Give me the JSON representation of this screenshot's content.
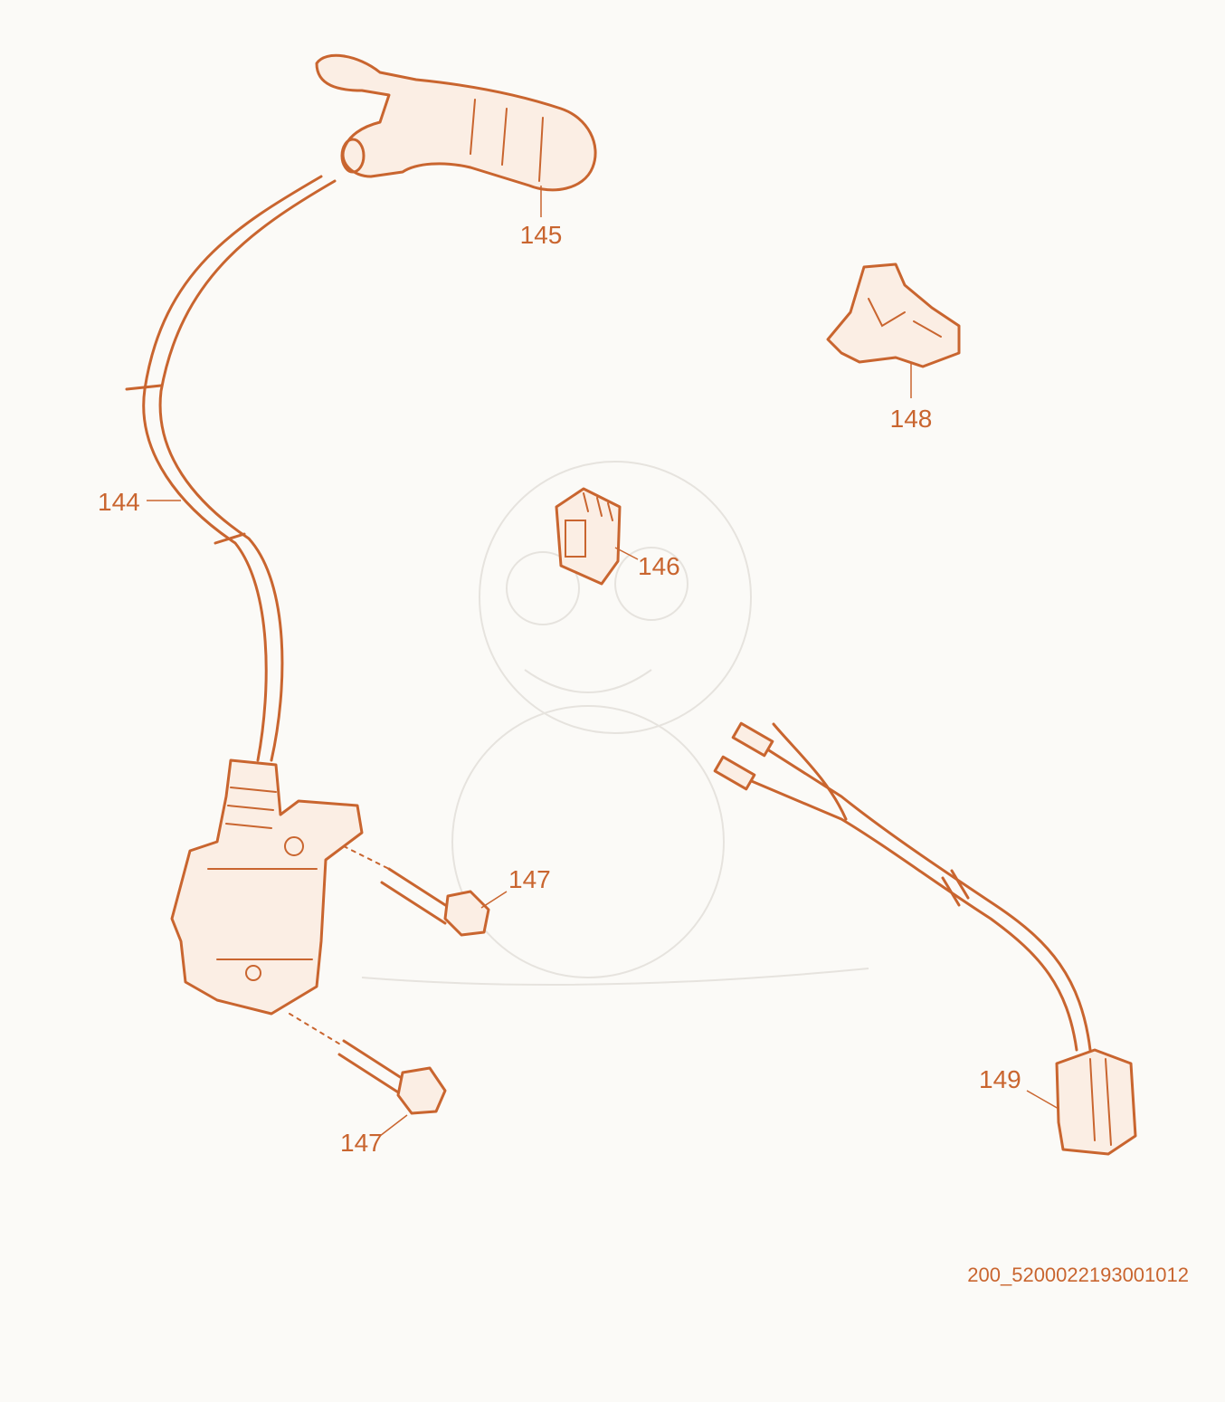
{
  "accent_color": "#c9652f",
  "labels": {
    "p144": "144",
    "p145": "145",
    "p146": "146",
    "p147a": "147",
    "p147b": "147",
    "p148": "148",
    "p149": "149"
  },
  "reference_code": "200_5200022193001012"
}
